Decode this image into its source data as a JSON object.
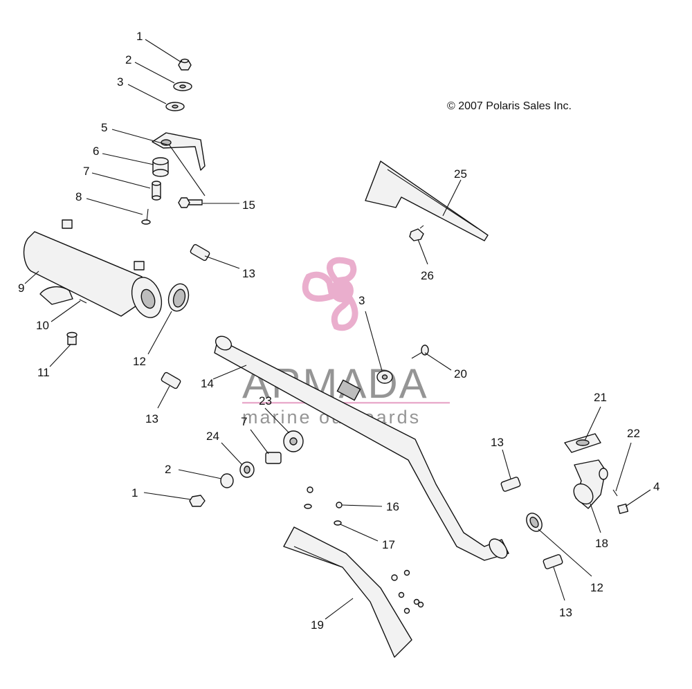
{
  "copyright": "© 2007 Polaris Sales Inc.",
  "watermark": {
    "brand": "ARMADA",
    "tagline": "marine outboards",
    "accent_color": "#e8a6c8",
    "text_color": "#8a8a8a"
  },
  "callouts": [
    "1",
    "2",
    "3",
    "5",
    "6",
    "7",
    "8",
    "15",
    "9",
    "13",
    "10",
    "11",
    "12",
    "13",
    "14",
    "3",
    "20",
    "23",
    "7",
    "24",
    "2",
    "1",
    "16",
    "17",
    "19",
    "13",
    "12",
    "13",
    "21",
    "22",
    "4",
    "18",
    "25",
    "26"
  ]
}
